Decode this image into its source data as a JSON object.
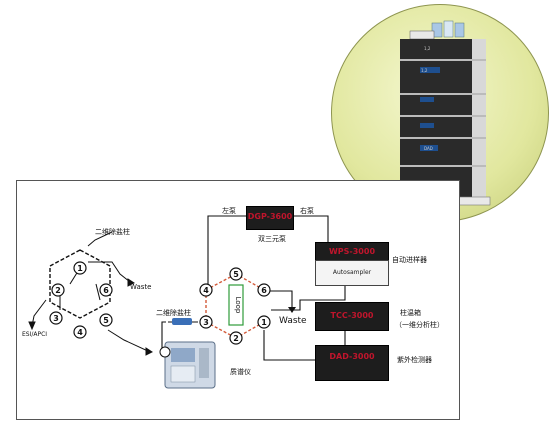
{
  "diagram": {
    "pump_label": "DGP-3600",
    "pump_caption": "双三元泵",
    "left_pump": "左泵",
    "right_pump": "右泵",
    "autosampler_label": "WPS-3000",
    "autosampler_sub": "Autosampler",
    "autosampler_caption": "自动进样器",
    "tcc_label": "TCC-3000",
    "tcc_caption_1": "柱温箱",
    "tcc_caption_2": "（一维分析柱）",
    "dad_label": "DAD-3000",
    "dad_caption": "紫外检测器",
    "desalting_top": "二维除盐柱",
    "desalting_mid": "二维除盐柱",
    "esi_label": "ESI/APCI",
    "waste_left": "Waste",
    "waste_right": "Waste",
    "ms_caption": "质谱仪",
    "loop_label": "Loop",
    "left_valve_ports": [
      "1",
      "6",
      "5",
      "4",
      "3",
      "2"
    ],
    "right_valve_ports": [
      "5",
      "6",
      "1",
      "2",
      "3",
      "4"
    ]
  },
  "colors": {
    "module_text": "#c0152c",
    "hex_line": "#d35a3a",
    "loop_green": "#2e9b3a",
    "column_blue": "#3a6fb7"
  },
  "photo": {
    "instrument_labels": [
      "1,2",
      "1,2",
      "DAD"
    ]
  }
}
